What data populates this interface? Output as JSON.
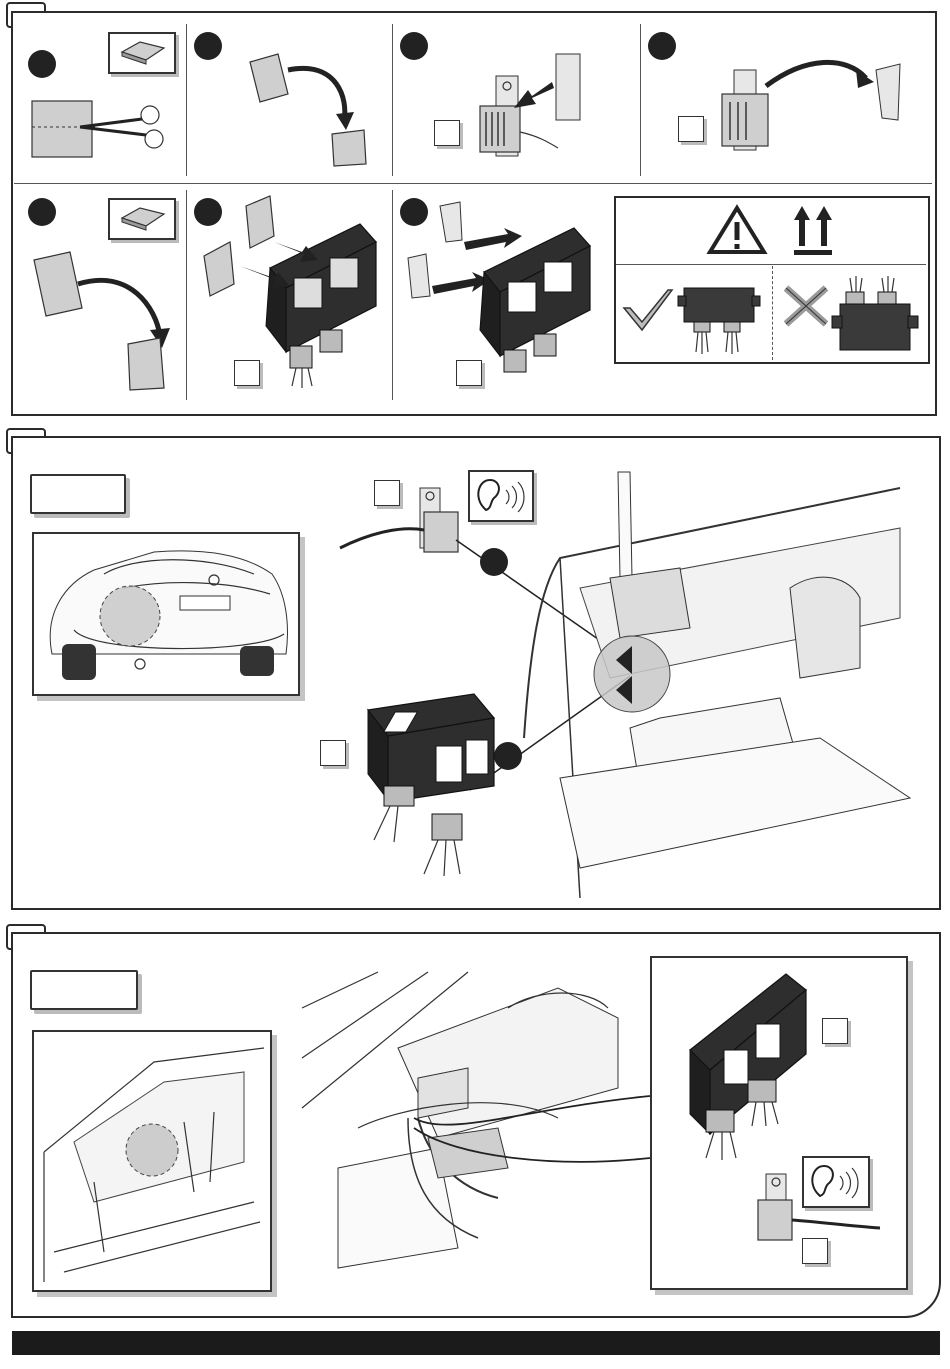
{
  "document": {
    "sections": [
      {
        "id": "section-1",
        "label": ""
      },
      {
        "id": "section-2",
        "label": ""
      },
      {
        "id": "section-3",
        "label": ""
      }
    ],
    "location_labels": [
      "",
      ""
    ],
    "step_number_boxes": [
      "",
      "",
      "",
      "",
      "",
      "",
      "",
      "",
      ""
    ]
  },
  "icons": {
    "warning": "warning-triangle-icon",
    "this_side_up": "this-way-up-arrows-icon",
    "correct": "check-mark-icon",
    "incorrect": "cross-mark-icon",
    "listen": "ear-sound-icon"
  },
  "colors": {
    "outline": "#2b2b2b",
    "module_dark": "#2e2e2e",
    "pad_grey": "#cfcfcf",
    "shadow": "#c4c4c4",
    "footer": "#1b1b1b"
  }
}
